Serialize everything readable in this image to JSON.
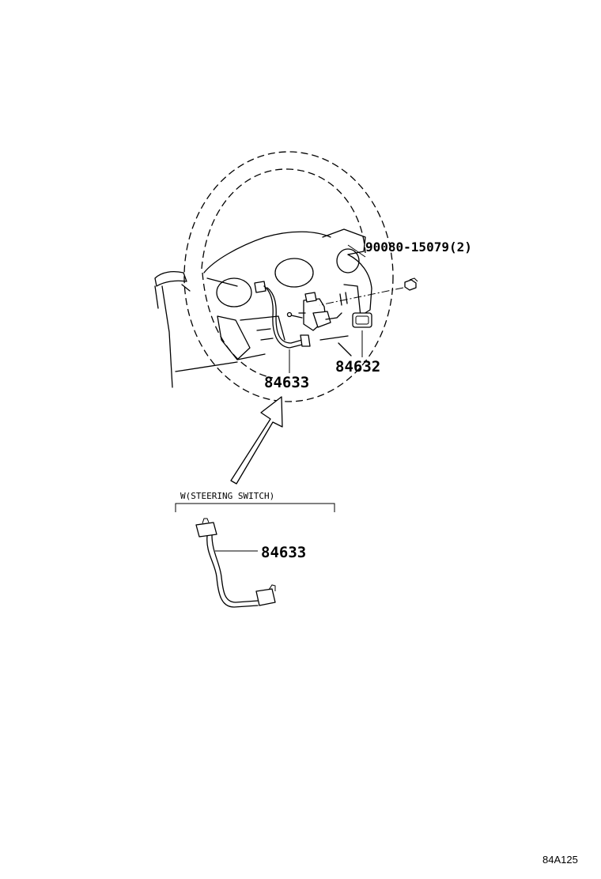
{
  "callouts": {
    "bolt": "90080-15079(2)",
    "switch_assy": "84632",
    "wire_main": "84633",
    "wire_detail": "84633"
  },
  "detail": {
    "label": "W(STEERING SWITCH)"
  },
  "footer": {
    "illustration_code": "84A125"
  }
}
